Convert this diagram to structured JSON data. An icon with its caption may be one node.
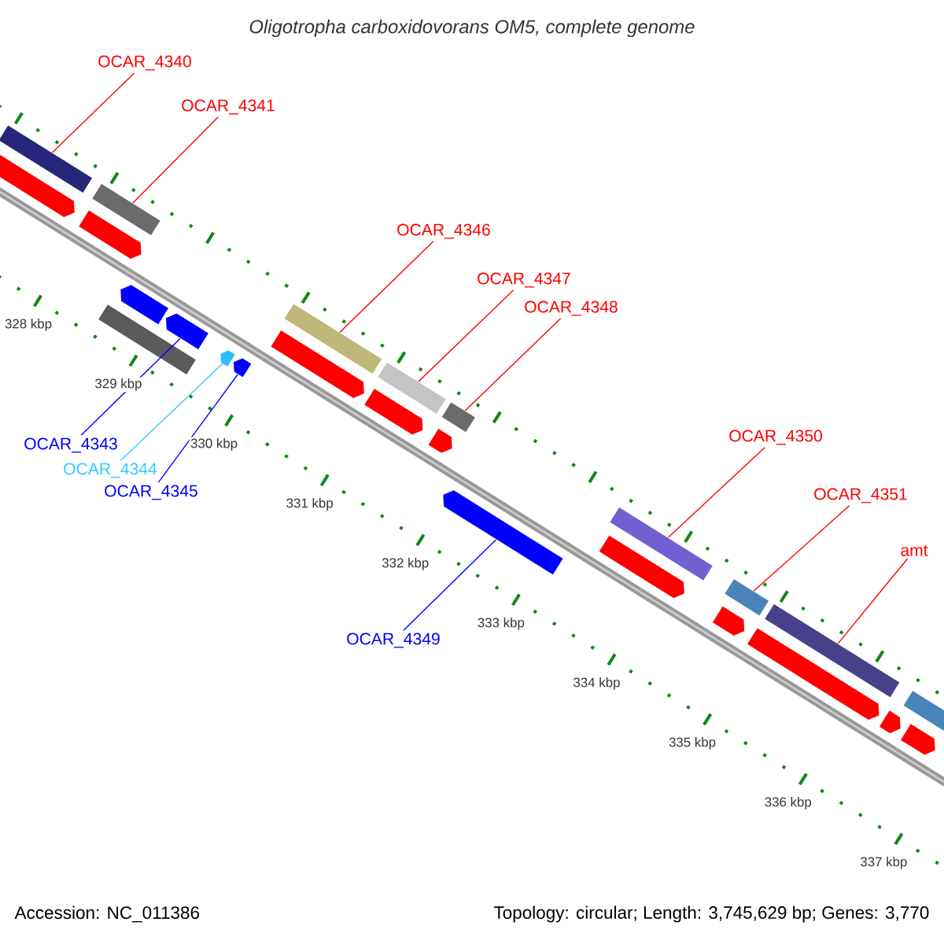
{
  "diagram": {
    "title": "Oligotropha carboxidovorans OM5, complete genome",
    "nodes": [
      {
        "text": [
          "OCAR_4340"
        ]
      },
      {
        "text": [
          "OCAR_4341"
        ]
      },
      {
        "text": [
          "OCAR_4346"
        ]
      },
      {
        "text": [
          "OCAR_4347"
        ]
      },
      {
        "text": [
          "OCAR_4348"
        ]
      },
      {
        "text": [
          "OCAR_4343"
        ]
      },
      {
        "text": [
          "OCAR_4344"
        ]
      },
      {
        "text": [
          "OCAR_4345"
        ]
      },
      {
        "text": [
          "OCAR_4350"
        ]
      },
      {
        "text": [
          "OCAR_4351"
        ]
      },
      {
        "text": [
          "amt"
        ]
      },
      {
        "text": [
          "OCAR_4349"
        ]
      },
      {
        "text": [],
        "shape": "bar"
      },
      {
        "text": [],
        "shape": "bar"
      },
      {
        "text": [],
        "shape": "bar"
      },
      {
        "text": [],
        "shape": "bar"
      },
      {
        "text": [],
        "shape": "bar"
      },
      {
        "text": [],
        "shape": "arrow"
      },
      {
        "text": [],
        "shape": "arrow"
      },
      {
        "text": [],
        "shape": "arrow"
      },
      {
        "text": [],
        "shape": "bar"
      },
      {
        "text": [],
        "shape": "bar"
      },
      {
        "text": [],
        "shape": "bar"
      },
      {
        "text": [],
        "shape": "arrow"
      },
      {
        "text": [],
        "shape": "arrow"
      },
      {
        "text": [],
        "shape": "arrow"
      },
      {
        "text": [],
        "shape": "arrow"
      },
      {
        "text": [],
        "shape": "arrow"
      },
      {
        "text": [],
        "shape": "arrow"
      },
      {
        "text": [],
        "shape": "arrow"
      },
      {
        "text": [],
        "shape": "arrow"
      },
      {
        "text": [],
        "shape": "arrow"
      },
      {
        "text": [],
        "shape": "arrow"
      },
      {
        "text": [],
        "shape": "arrow"
      },
      {
        "text": [],
        "shape": "arrow"
      },
      {
        "text": [],
        "shape": "bar"
      },
      {
        "text": [],
        "shape": "bar"
      }
    ],
    "edges": [
      {
        "from": 0,
        "to": 12,
        "arrow": "none"
      },
      {
        "from": 1,
        "to": 13,
        "arrow": "none"
      },
      {
        "from": 2,
        "to": 14,
        "arrow": "none"
      },
      {
        "from": 3,
        "to": 15,
        "arrow": "none"
      },
      {
        "from": 4,
        "to": 16,
        "arrow": "none"
      },
      {
        "from": 5,
        "to": 17,
        "arrow": "none",
        "color": "#0000ff"
      },
      {
        "from": 6,
        "to": 18,
        "arrow": "none",
        "color": "#33ccff"
      },
      {
        "from": 7,
        "to": 19,
        "arrow": "none",
        "color": "#0000ff"
      },
      {
        "from": 8,
        "to": 20,
        "arrow": "none"
      },
      {
        "from": 9,
        "to": 21,
        "arrow": "none"
      },
      {
        "from": 10,
        "to": 22,
        "arrow": "none"
      },
      {
        "from": 11,
        "to": 23,
        "arrow": "none",
        "color": "#0000ff"
      }
    ],
    "labels": [
      "328 kbp",
      "329 kbp",
      "330 kbp",
      "331 kbp",
      "332 kbp",
      "333 kbp",
      "334 kbp",
      "335 kbp",
      "336 kbp",
      "337 kbp",
      "Accession: NC_011386",
      "Topology: circular; Length: 3,745,629 bp; Genes: 3,770"
    ]
  }
}
